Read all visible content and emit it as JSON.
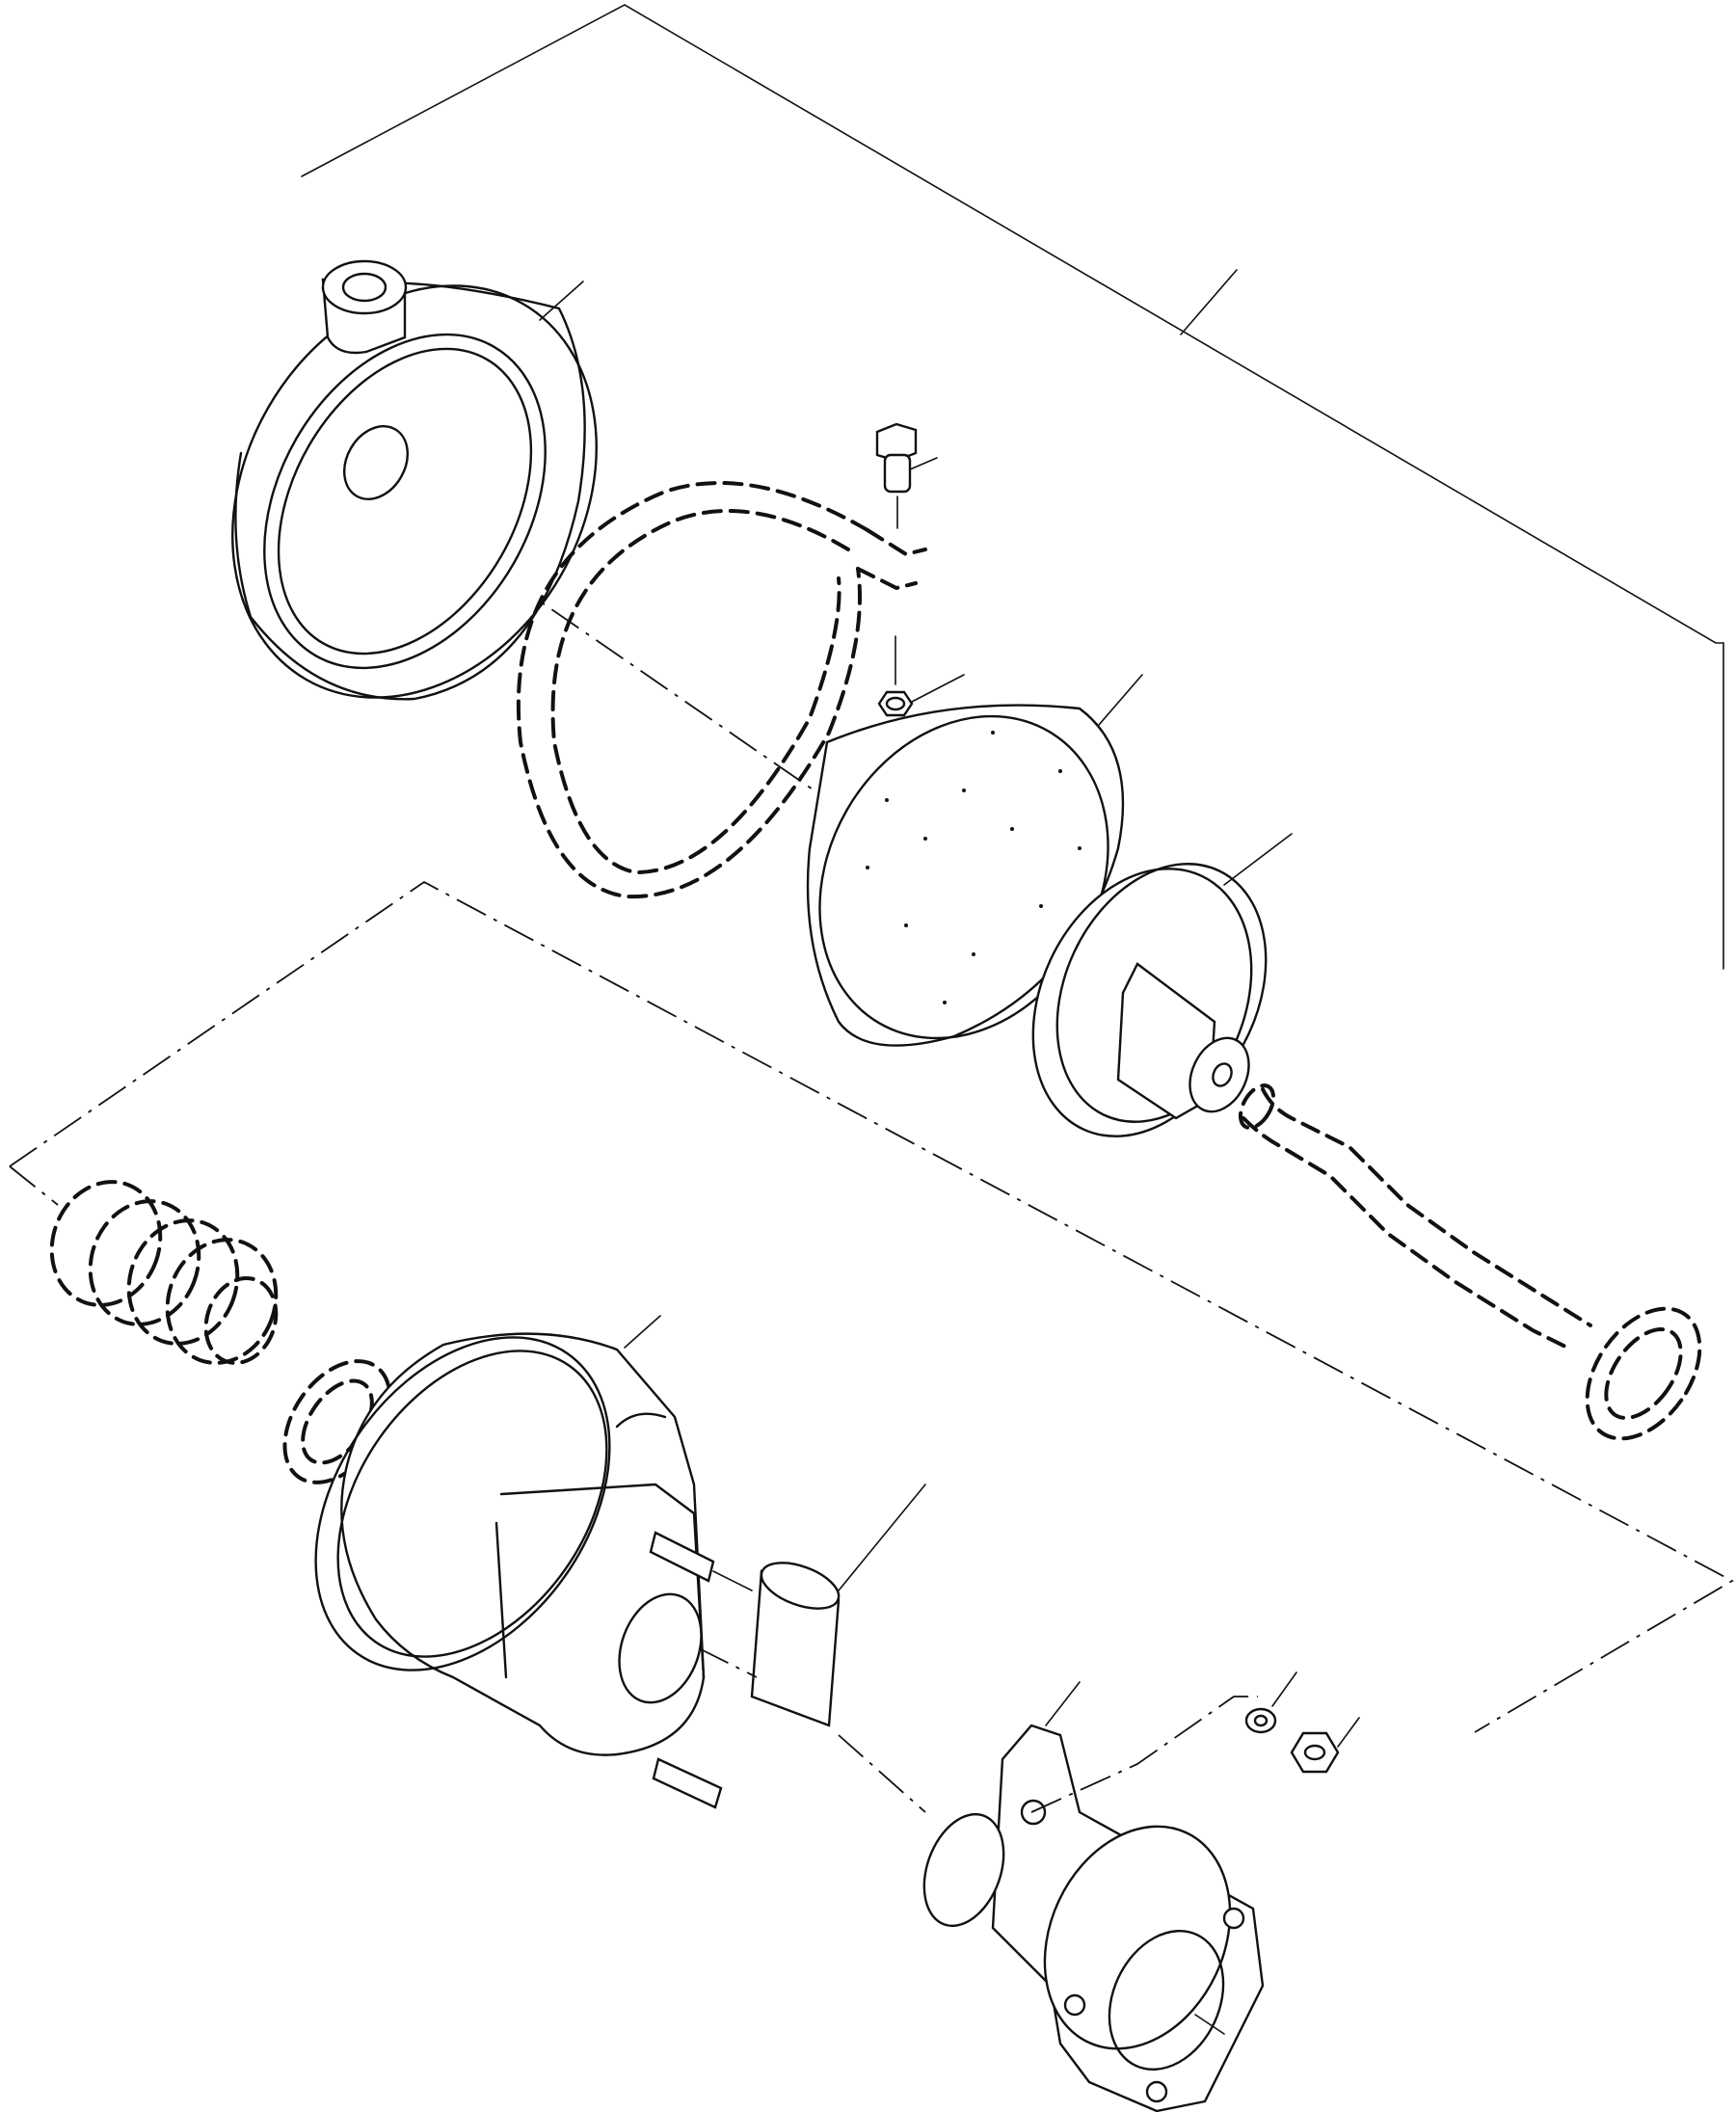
{
  "diagram": {
    "type": "exploded-parts-view",
    "style": "line-art",
    "colors": {
      "ink": "#111111",
      "paper": "#ffffff"
    },
    "parts": [
      {
        "id": "upper-housing",
        "label": ""
      },
      {
        "id": "cap-screw",
        "label": ""
      },
      {
        "id": "clamp-band",
        "label": ""
      },
      {
        "id": "hex-nut-upper",
        "label": ""
      },
      {
        "id": "diaphragm",
        "label": ""
      },
      {
        "id": "piston-plate",
        "label": ""
      },
      {
        "id": "push-rod",
        "label": ""
      },
      {
        "id": "seal-ring-right",
        "label": ""
      },
      {
        "id": "return-spring",
        "label": ""
      },
      {
        "id": "seal-ring-left",
        "label": ""
      },
      {
        "id": "lower-housing",
        "label": ""
      },
      {
        "id": "stud-upper",
        "label": ""
      },
      {
        "id": "stud-lower",
        "label": ""
      },
      {
        "id": "bushing",
        "label": ""
      },
      {
        "id": "mounting-flange",
        "label": ""
      },
      {
        "id": "lock-washer",
        "label": ""
      },
      {
        "id": "hex-nut-lower",
        "label": ""
      }
    ]
  }
}
